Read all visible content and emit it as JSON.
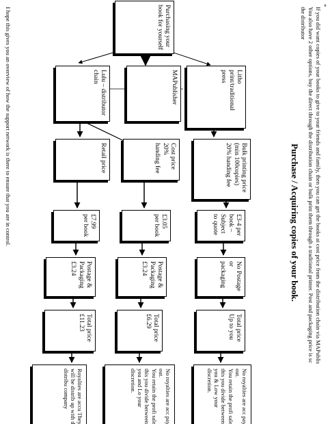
{
  "page": {
    "title": "Purchase / Acquiring copies of your book.",
    "asterisk": "*",
    "intro_lines": [
      "If you did want copies of your books to give to your friends and family, then you can get the books at cost price from the distribution chain via MAPublis",
      "You also have 2 other options, buy the direct through the distribution chain or bulk print them through a traditional printer. Post and packaging price is sc",
      "the distributor"
    ],
    "footer": "I hope this gives you an overview of how the support network is there to ensure that you are in control."
  },
  "boxes": {
    "purchasing": "Purchasing your book for yourself",
    "lulu": "Lulu – distributor chain",
    "mapublisher": "MAPublisher",
    "litho": "Litho print/traditional press",
    "retail": "Retail price",
    "cost": "Cost price\n20% handing fee",
    "bulk": "Bulk printing price (min 100copies)\n20% handing fee",
    "lulu_price": "£7.99 per book",
    "map_price": "£3.05 per book",
    "litho_price": "£3-4 per book – Subject to quote",
    "lulu_postage": "Postage & Packaging\n£3.24",
    "map_postage": "Postage & Packaging\n£3.24",
    "litho_postage": "No Postage or packaging",
    "lulu_total": "Total price\n£11.23",
    "map_total": "Total price\n£6.29",
    "litho_total": "Total price\nUp to you"
  },
  "notes": {
    "lulu": "Royalties are accu They will be distrib up with the distribu company",
    "map": "No royalties are acc pay out.\nYou retain the profi sale, this you divide between you and Lo your discretion.",
    "litho": "No royalties are acc pay out.\nYou retain the profi sale, this you divide between you & Low your discretion."
  }
}
